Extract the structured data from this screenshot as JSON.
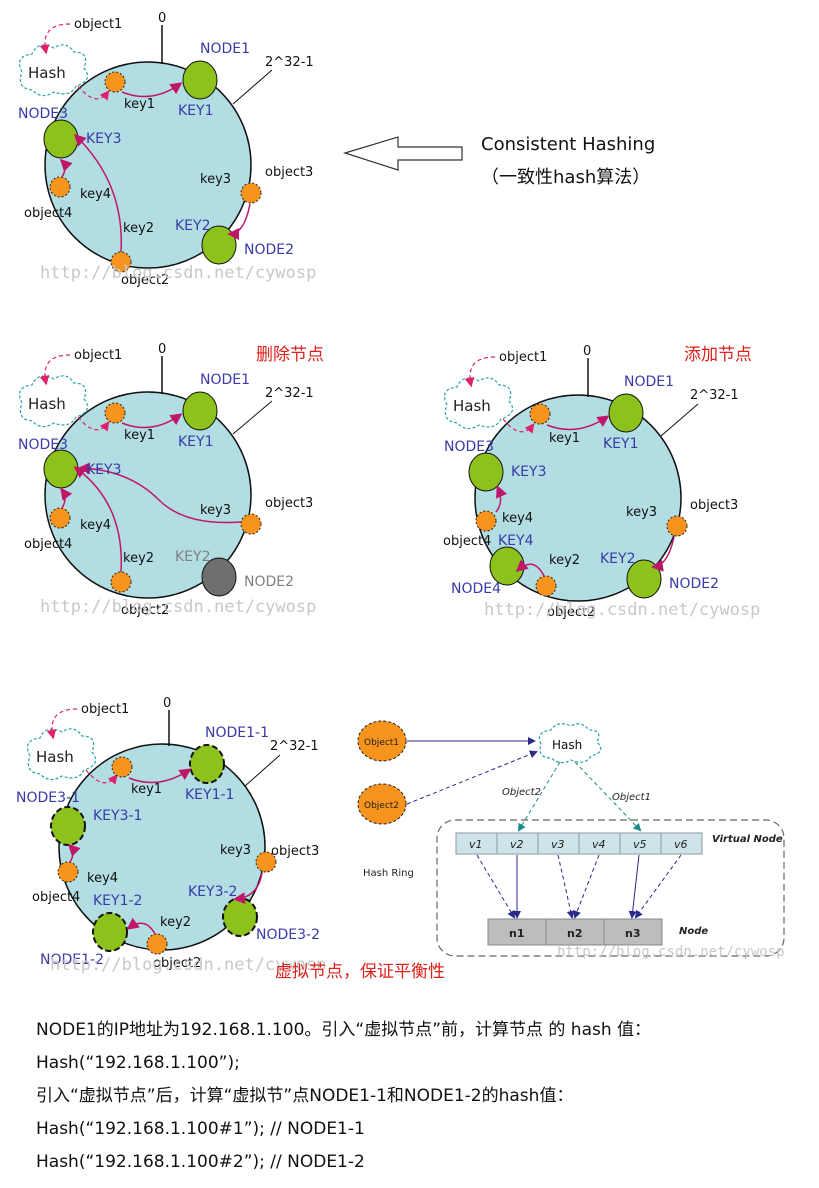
{
  "top": {
    "zero": "0",
    "max": "2^32-1",
    "object1": "object1",
    "object2": "object2",
    "object3": "object3",
    "object4": "object4",
    "hash": "Hash",
    "node1": "NODE1",
    "node2": "NODE2",
    "node3": "NODE3",
    "key1_big": "KEY1",
    "key2_big": "KEY2",
    "key3_big": "KEY3",
    "key1": "key1",
    "key2": "key2",
    "key3": "key3",
    "key4": "key4",
    "watermark": "http://blog.csdn.net/cywosp",
    "title": "Consistent Hashing",
    "subtitle": "（一致性hash算法）"
  },
  "remove": {
    "label": "删除节点",
    "zero": "0",
    "max": "2^32-1",
    "object1": "object1",
    "object2": "object2",
    "object3": "object3",
    "object4": "object4",
    "hash": "Hash",
    "node1": "NODE1",
    "node2": "NODE2",
    "node3": "NODE3",
    "key1_big": "KEY1",
    "key2_big": "KEY2",
    "key3_big": "KEY3",
    "key1": "key1",
    "key2": "key2",
    "key3": "key3",
    "key4": "key4",
    "watermark": "http://blog.csdn.net/cywosp"
  },
  "add": {
    "label": "添加节点",
    "zero": "0",
    "max": "2^32-1",
    "object1": "object1",
    "object2": "object2",
    "object3": "object3",
    "object4": "object4",
    "hash": "Hash",
    "node1": "NODE1",
    "node2": "NODE2",
    "node3": "NODE3",
    "node4": "NODE4",
    "key1_big": "KEY1",
    "key2_big": "KEY2",
    "key3_big": "KEY3",
    "key4_big": "KEY4",
    "key1": "key1",
    "key2": "key2",
    "key3": "key3",
    "key4": "key4",
    "watermark": "http://blog.csdn.net/cywosp"
  },
  "virtual": {
    "zero": "0",
    "max": "2^32-1",
    "object1": "object1",
    "object2": "object2",
    "object3": "object3",
    "object4": "object4",
    "hash": "Hash",
    "node1_1": "NODE1-1",
    "node1_2": "NODE1-2",
    "node3_1": "NODE3-1",
    "node3_2": "NODE3-2",
    "key1_1": "KEY1-1",
    "key1_2": "KEY1-2",
    "key3_1": "KEY3-1",
    "key3_2": "KEY3-2",
    "key1": "key1",
    "key2": "key2",
    "key3": "key3",
    "key4": "key4",
    "watermark": "http://blog.csdn.net/cywosp",
    "caption": "虚拟节点，保证平衡性"
  },
  "mapping": {
    "object1": "Object1",
    "object2": "Object2",
    "hash": "Hash",
    "object2_label": "Object2",
    "object1_label": "Object1",
    "hash_ring": "Hash Ring",
    "virtual_node": "Virtual Node",
    "node": "Node",
    "vnodes": [
      "v1",
      "v2",
      "v3",
      "v4",
      "v5",
      "v6"
    ],
    "nodes": [
      "n1",
      "n2",
      "n3"
    ],
    "watermark": "http://blog.csdn.net/cywosp"
  },
  "text_lines": [
    "NODE1的IP地址为192.168.1.100。引入“虚拟节点”前，计算节点 的 hash 值：",
    "Hash(“192.168.1.100”);",
    "引入“虚拟节点”后，计算“虚拟节”点NODE1-1和NODE1-2的hash值：",
    "Hash(“192.168.1.100#1”); // NODE1-1",
    "Hash(“192.168.1.100#2”); // NODE1-2"
  ],
  "colors": {
    "ring": "#b2dde3",
    "node_green": "#8cc21b",
    "object_orange": "#f7941d",
    "arrow": "#c0166a",
    "node_gray": "#6e6e6e",
    "accent_red": "#e0201a"
  }
}
